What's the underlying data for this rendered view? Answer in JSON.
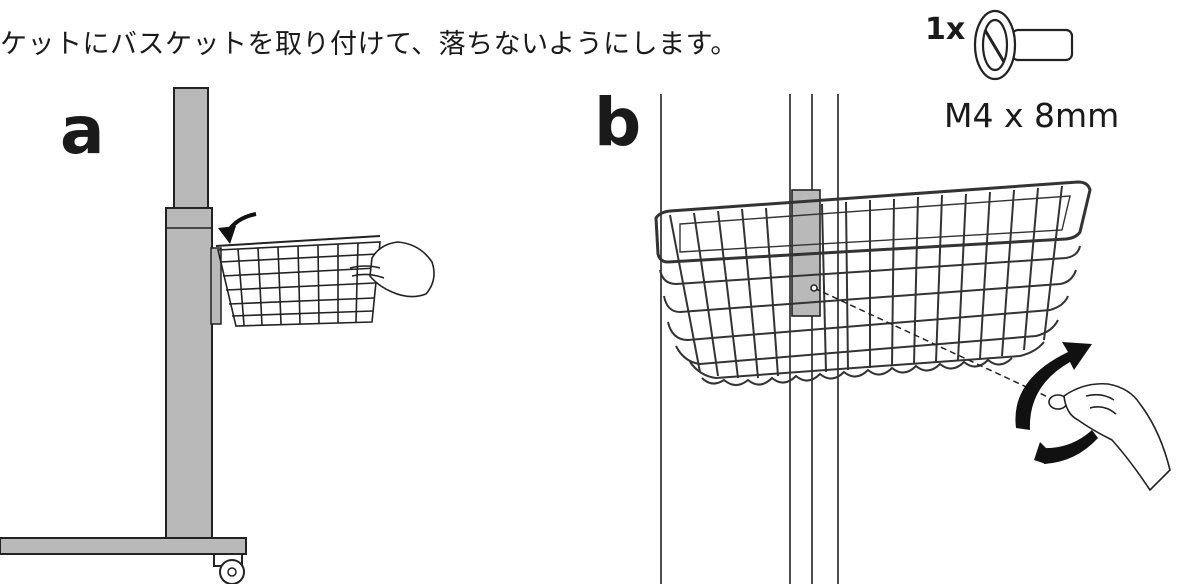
{
  "instruction": "ケットにバスケットを取り付けて、落ちないようにします。",
  "steps": {
    "a": "a",
    "b": "b"
  },
  "hardware": {
    "quantity": "1x",
    "size": "M4 x 8mm"
  },
  "colors": {
    "pole": "#b9b9b9",
    "line": "#222222",
    "wire": "#3a3a3a"
  },
  "icons": [
    "screw-icon",
    "rotate-arrow-icon",
    "curved-arrow-icon",
    "hand-icon",
    "wire-basket-icon",
    "pole-icon",
    "wheel-icon"
  ]
}
